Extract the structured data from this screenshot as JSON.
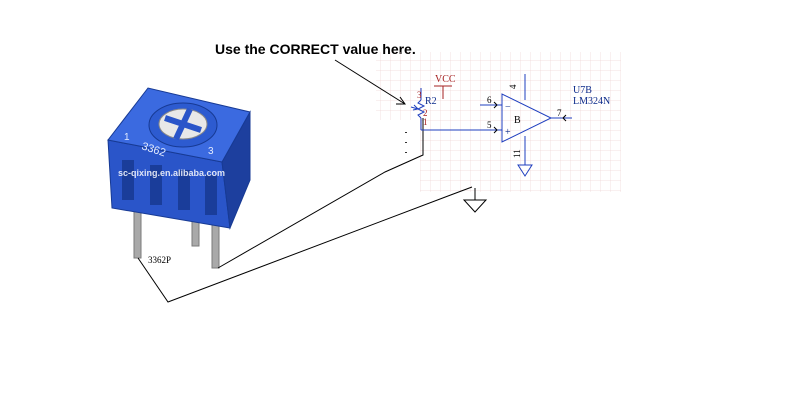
{
  "annotation": {
    "text": "Use the CORRECT value here."
  },
  "photo": {
    "watermark": "sc-qixing.en.alibaba.com",
    "part_label": "3362P",
    "body_marking": "3362",
    "pin_marks": {
      "left": "1",
      "right": "3"
    },
    "body_color": "#2a55c9"
  },
  "schematic": {
    "vcc_label": "VCC",
    "resistor_label": "R2",
    "resistor_pins": {
      "pin3": "3",
      "pin2": "2",
      "pin1": "1"
    },
    "opamp": {
      "unit": "B",
      "ref": "U7B",
      "part": "LM324N",
      "pins": {
        "inv": "6",
        "noninv": "5",
        "out": "7",
        "vpos": "4",
        "vneg": "11"
      },
      "minus_sign": "−",
      "plus_sign": "+"
    },
    "grid_color": "#f0d8d8",
    "wire_color": "#1f3fbf",
    "label_color": "#0b2a8a",
    "vcc_color": "#a52020"
  }
}
